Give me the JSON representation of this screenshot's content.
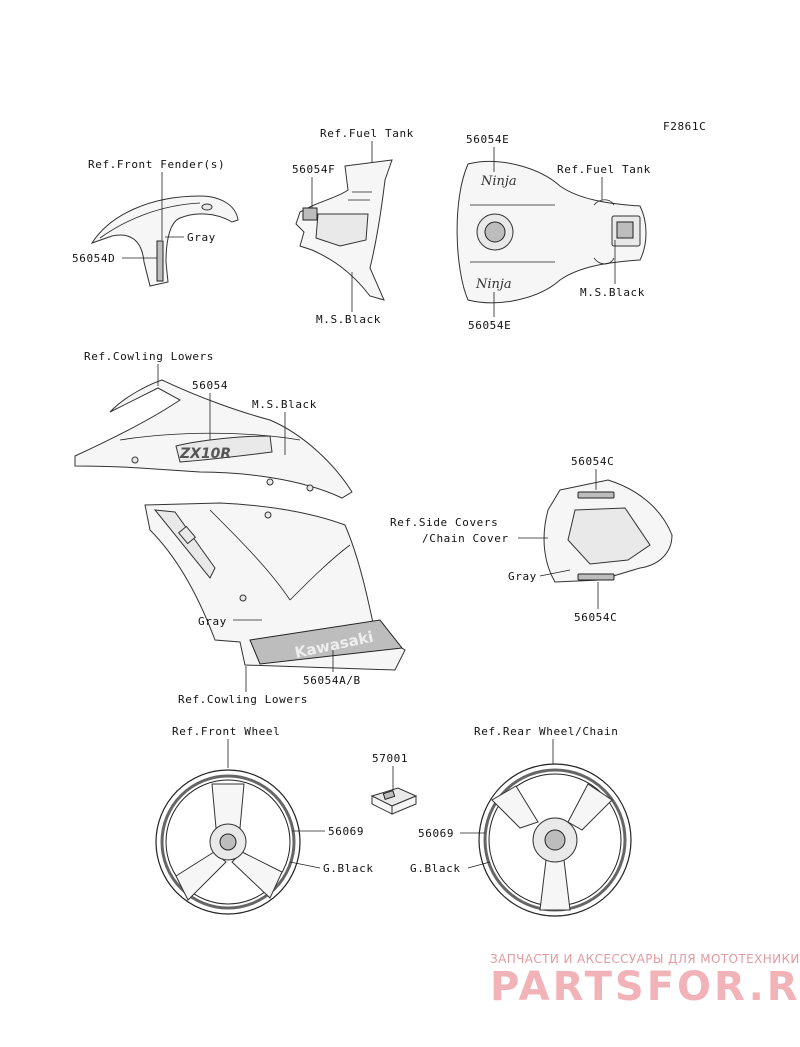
{
  "figure_code": "F2861C",
  "labels": {
    "ref_front_fender": "Ref.Front Fender(s)",
    "gray_fender": "Gray",
    "p56054d": "56054D",
    "ref_fuel_tank_1": "Ref.Fuel Tank",
    "p56054f": "56054F",
    "ms_black_1": "M.S.Black",
    "p56054e_top": "56054E",
    "ref_fuel_tank_2": "Ref.Fuel Tank",
    "ms_black_2": "M.S.Black",
    "p56054e_bottom": "56054E",
    "ref_cowling_lowers_1": "Ref.Cowling Lowers",
    "p56054": "56054",
    "ms_black_3": "M.S.Black",
    "p56054c_top": "56054C",
    "ref_side_covers": "Ref.Side Covers",
    "chain_cover": "/Chain Cover",
    "gray_side": "Gray",
    "p56054c_bottom": "56054C",
    "gray_cowl": "Gray",
    "p56054ab": "56054A/B",
    "ref_cowling_lowers_2": "Ref.Cowling Lowers",
    "ref_front_wheel": "Ref.Front Wheel",
    "ref_rear_wheel": "Ref.Rear Wheel/Chain",
    "p57001": "57001",
    "p56069_front": "56069",
    "g_black_front": "G.Black",
    "p56069_rear": "56069",
    "g_black_rear": "G.Black"
  },
  "decal_text": {
    "kawasaki": "Kawasaki",
    "zx10r": "ZX10R",
    "ninja_top": "Ninja",
    "ninja_bottom": "Ninja"
  },
  "watermark": {
    "line1": "ЗАПЧАСТИ И АКСЕССУАРЫ ДЛЯ МОТОТЕХНИКИ",
    "line2": "PARTSFOR.RU"
  },
  "colors": {
    "line": "#222222",
    "watermark": "#e39aa0"
  }
}
